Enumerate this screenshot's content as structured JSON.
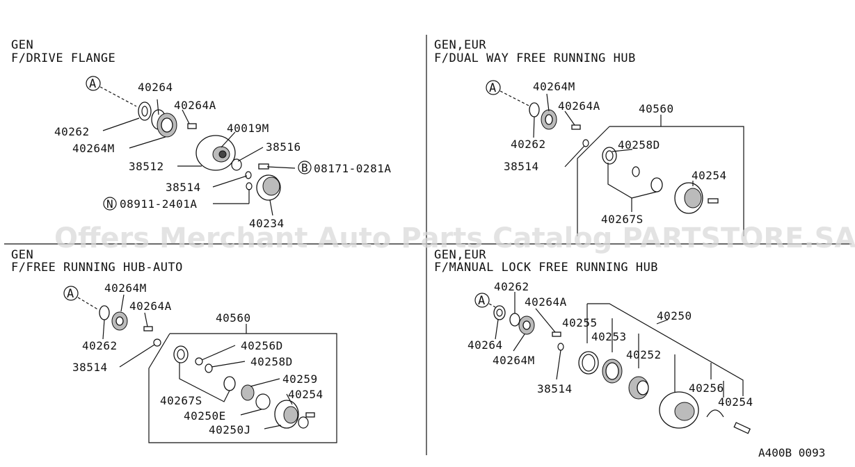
{
  "watermark": "Offers Merchant Auto Parts Catalog PARTSTORE.SA",
  "drawing_code": "A400B 0093",
  "panels": [
    {
      "region": "GEN",
      "title": "F/DRIVE FLANGE",
      "callouts": [
        "A"
      ],
      "parts": [
        "40264",
        "40264A",
        "40262",
        "40264M",
        "40019M",
        "38516",
        "38512",
        "08171-0281A",
        "38514",
        "08911-2401A",
        "40234"
      ],
      "circled": [
        "B",
        "N"
      ]
    },
    {
      "region": "GEN,EUR",
      "title": "F/DUAL WAY FREE RUNNING HUB",
      "callouts": [
        "A"
      ],
      "parts": [
        "40264M",
        "40264A",
        "40560",
        "40262",
        "40258D",
        "38514",
        "40254",
        "40267S"
      ]
    },
    {
      "region": "GEN",
      "title": "F/FREE RUNNING HUB-AUTO",
      "callouts": [
        "A"
      ],
      "parts": [
        "40264M",
        "40264A",
        "40560",
        "40262",
        "40256D",
        "38514",
        "40258D",
        "40259",
        "40254",
        "40267S",
        "40250E",
        "40250J"
      ]
    },
    {
      "region": "GEN,EUR",
      "title": "F/MANUAL LOCK FREE RUNNING HUB",
      "callouts": [
        "A"
      ],
      "parts": [
        "40262",
        "40264A",
        "40255",
        "40250",
        "40253",
        "40264",
        "40252",
        "40264M",
        "38514",
        "40256",
        "40254"
      ]
    }
  ]
}
